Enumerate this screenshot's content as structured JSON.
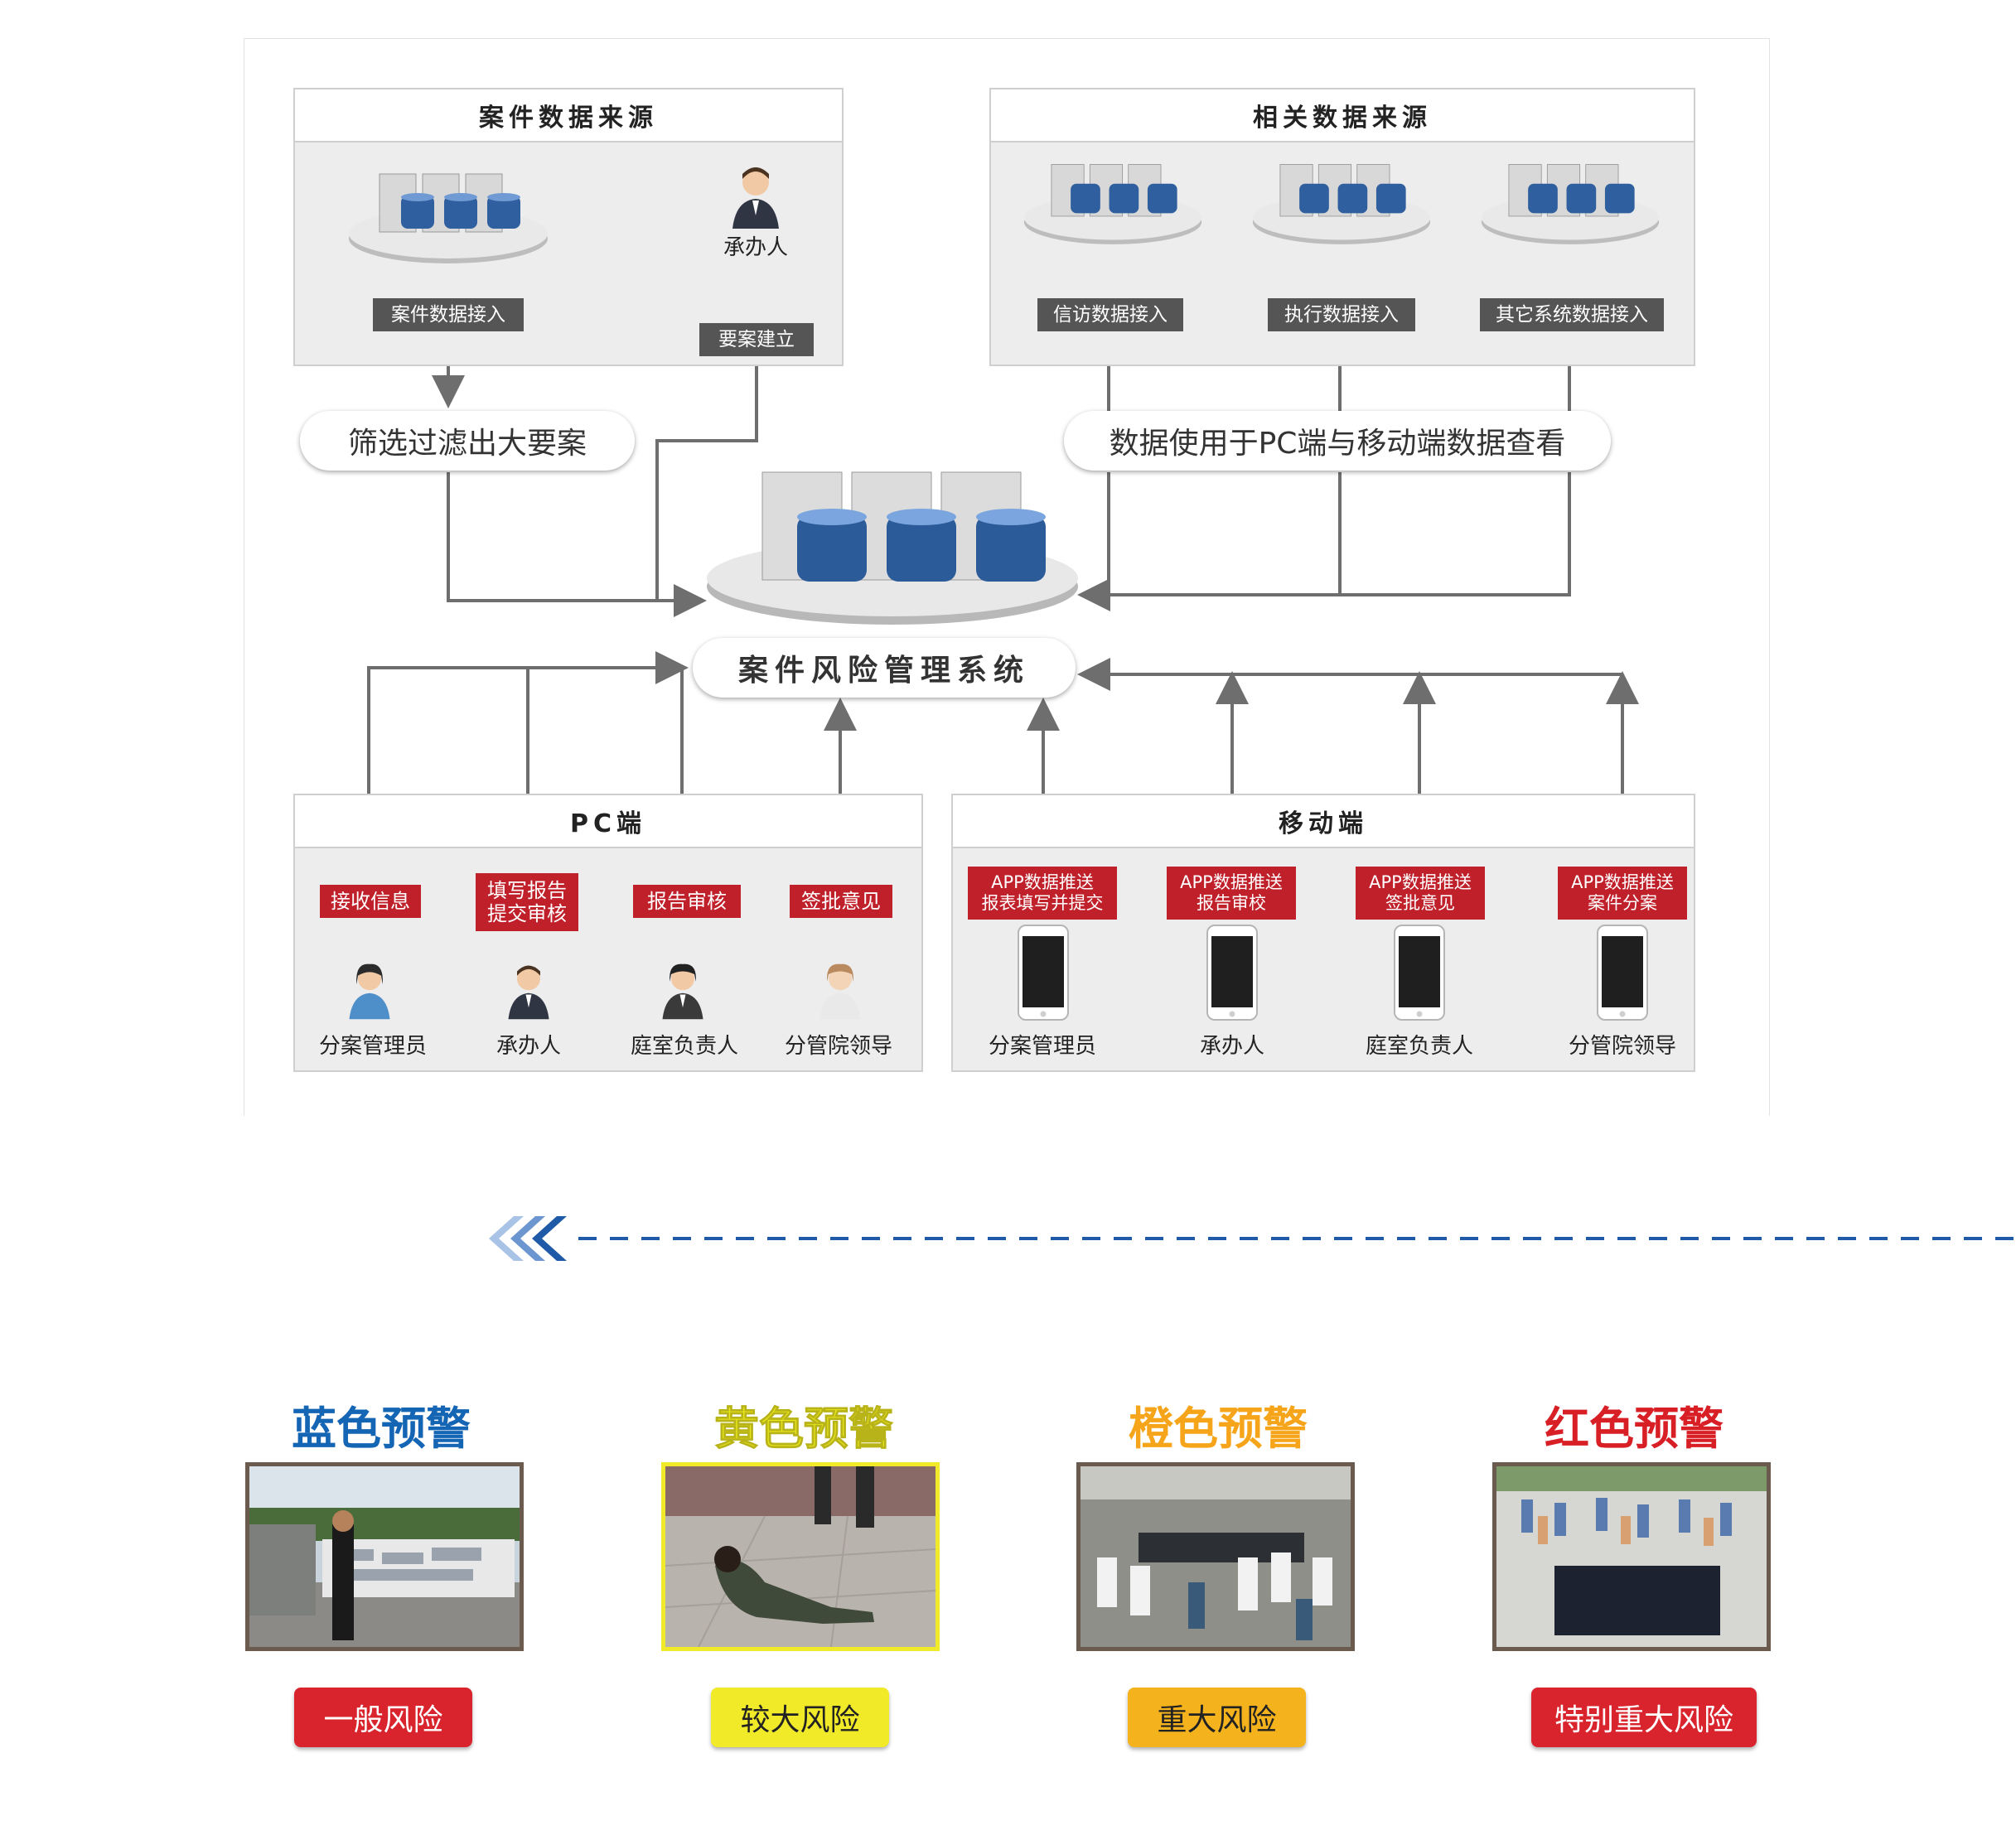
{
  "case_sources": {
    "title": "案件数据来源",
    "data_access_label": "案件数据接入",
    "handler_label": "承办人",
    "case_build_label": "要案建立"
  },
  "related_sources": {
    "title": "相关数据来源",
    "labels": [
      "信访数据接入",
      "执行数据接入",
      "其它系统数据接入"
    ]
  },
  "filter_pill": "筛选过滤出大要案",
  "usage_pill": "数据使用于PC端与移动端数据查看",
  "central_system": "案件风险管理系统",
  "pc": {
    "title": "PC端",
    "actions": [
      [
        "接收信息"
      ],
      [
        "填写报告",
        "提交审核"
      ],
      [
        "报告审核"
      ],
      [
        "签批意见"
      ]
    ],
    "roles": [
      "分案管理员",
      "承办人",
      "庭室负责人",
      "分管院领导"
    ]
  },
  "mobile": {
    "title": "移动端",
    "actions": [
      [
        "APP数据推送",
        "报表填写并提交"
      ],
      [
        "APP数据推送",
        "报告审校"
      ],
      [
        "APP数据推送",
        "签批意见"
      ],
      [
        "APP数据推送",
        "案件分案"
      ]
    ],
    "roles": [
      "分案管理员",
      "承办人",
      "庭室负责人",
      "分管院领导"
    ]
  },
  "warnings": [
    {
      "title": "蓝色预警",
      "risk": "一般风险",
      "title_color": "#1565b5",
      "badge_color": "#d9232d",
      "badge_text_color": "#ffffff",
      "frame_color": "#6b5b4f"
    },
    {
      "title": "黄色预警",
      "risk": "较大风险",
      "title_color": "#e8e81a",
      "badge_color": "#f1ea29",
      "badge_text_color": "#222222",
      "frame_color": "#f0ea2b"
    },
    {
      "title": "橙色预警",
      "risk": "重大风险",
      "title_color": "#f6a51b",
      "badge_color": "#f4b21c",
      "badge_text_color": "#222222",
      "frame_color": "#6b5b4f"
    },
    {
      "title": "红色预警",
      "risk": "特别重大风险",
      "title_color": "#d91f26",
      "badge_color": "#d9232d",
      "badge_text_color": "#ffffff",
      "frame_color": "#6b5b4f"
    }
  ],
  "colors": {
    "connector": "#6e6e6e",
    "dashed_line": "#1f5aa8",
    "chevron": "#1f5aa8"
  }
}
